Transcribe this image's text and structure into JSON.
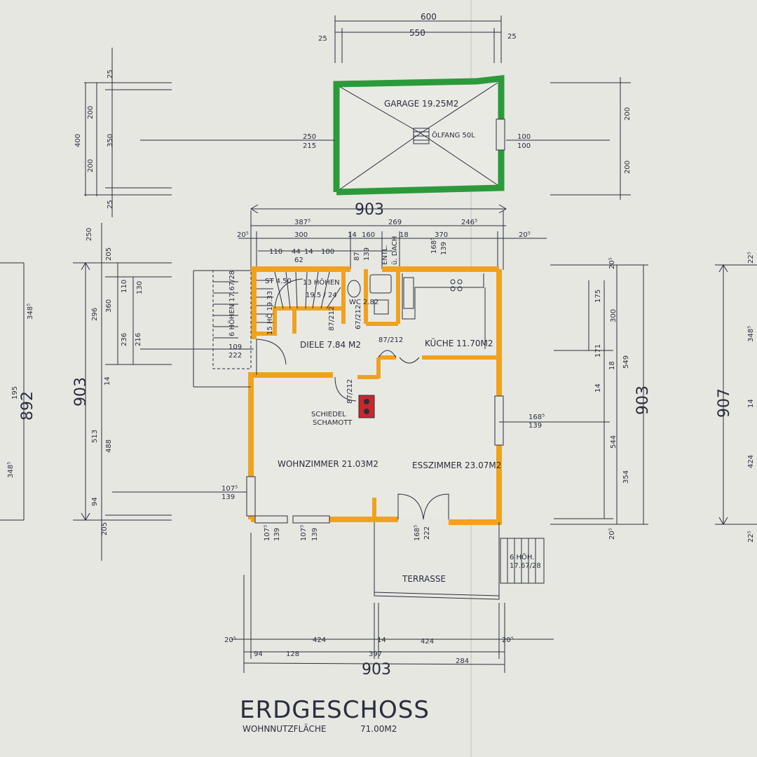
{
  "colors": {
    "paper": "#e6e7e1",
    "ink": "#2b2d3f",
    "wall": "#f0a21e",
    "garage_wall": "#2c9a3b",
    "chimney": "#c8282a"
  },
  "title": {
    "main": "ERDGESCHOSS",
    "area_label": "WOHNNUTZFLÄCHE",
    "area_value": "71.00M2"
  },
  "rooms": {
    "garage": "GARAGE 19.25M2",
    "oelfang": "ÖLFANG 50L",
    "diele": "DIELE 7.84 M2",
    "kueche": "KÜCHE 11.70M2",
    "wc": "WC 2.82",
    "wohnzimmer": "WOHNZIMMER 21.03M2",
    "esszimmer": "ESSZIMMER 23.07M2",
    "schiedel_1": "SCHIEDEL",
    "schiedel_2": "SCHAMOTT",
    "terrasse": "TERRASSE",
    "entl": "ENTL.",
    "ventilation": "ü. DACH"
  },
  "stairs": {
    "st": "ST 4.50",
    "hoehen_a": "13 HÖHEN",
    "hoehen_a2": "19.5 / 24",
    "hoehen_b": "15 HÖ 19.33",
    "side_entry": "6 HÖHEN 17.67/28",
    "terrace_1": "6 HÖH.",
    "terrace_2": "17.67/28"
  },
  "dims": {
    "overall_top": "903",
    "overall_bottom": "903",
    "overall_left": "903",
    "overall_right": "903",
    "far_left": "892",
    "far_right": "907",
    "garage_600": "600",
    "garage_550": "550",
    "garage_25a": "25",
    "garage_25b": "25",
    "g_left_400": "400",
    "g_left_200a": "200",
    "g_left_350": "350",
    "g_left_200b": "200",
    "g_left_25a": "25",
    "g_left_25b": "25",
    "g_right_200a": "200",
    "g_right_200b": "200",
    "g_250": "250",
    "g_215": "215",
    "g_100a": "100",
    "g_100b": "100",
    "l_250": "250",
    "l_296": "296",
    "l_360": "360",
    "l_110": "110",
    "l_130": "130",
    "l_236": "236",
    "l_216": "216",
    "l_513": "513",
    "l_488": "488",
    "l_94": "94",
    "l_205a": "205",
    "l_205b": "205",
    "l_14": "14",
    "fl_348a": "348⁵",
    "fl_195": "195",
    "fl_348b": "348⁵",
    "r_175": "175",
    "r_300": "300",
    "r_171": "171",
    "r_549": "549",
    "r_544": "544",
    "r_354": "354",
    "r_205a": "20⁵",
    "r_205b": "20⁵",
    "r_14": "14",
    "r_18": "18",
    "fr_225a": "22⁵",
    "fr_348": "348⁵",
    "fr_424": "424",
    "fr_14": "14",
    "fr_225b": "22⁵",
    "t_387": "387⁵",
    "t_269": "269",
    "t_246": "246⁵",
    "t_205a": "20⁵",
    "t_300": "300",
    "t_14": "14",
    "t_160": "160",
    "t_18": "18",
    "t_370": "370",
    "t_205b": "20⁵",
    "t_110": "110",
    "t_44": "44",
    "t_14b": "14",
    "t_100": "100",
    "t_62": "62",
    "t_87": "87",
    "t_139": "139",
    "t_1685": "168⁵",
    "t_139b": "139",
    "b_205a": "20⁵",
    "b_424a": "424",
    "b_14": "14",
    "b_424b": "424",
    "b_205b": "20⁵",
    "b_94": "94",
    "b_128": "128",
    "b_397": "397",
    "b_284": "284",
    "door_109": "109",
    "door_222": "222",
    "door_87212a": "87/212",
    "door_67212": "67/212",
    "door_87212b": "87/212",
    "door_87212c": "87/212",
    "win_1685": "168⁵",
    "win_139": "139",
    "win_1075": "107⁵",
    "win_139b": "139",
    "win_1075b": "107⁵",
    "win_139c": "139",
    "win_1075c": "107⁵",
    "win_139d": "139",
    "ter_1685": "168⁵",
    "ter_222": "222"
  }
}
